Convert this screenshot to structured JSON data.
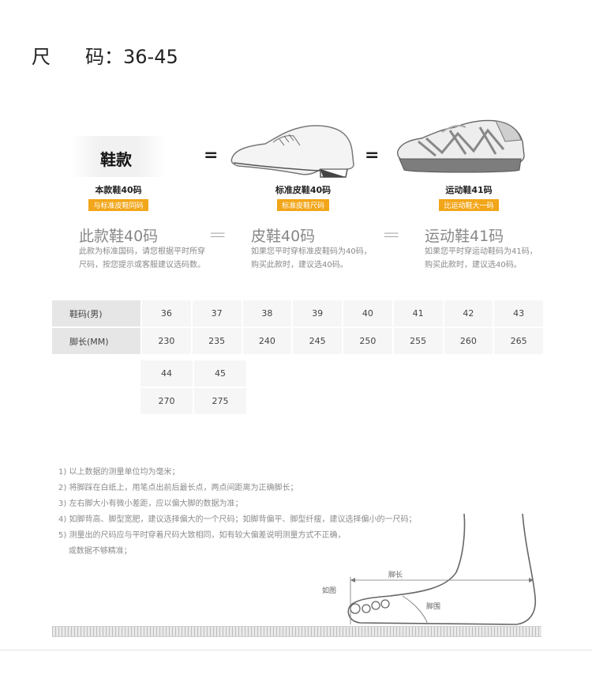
{
  "header": {
    "label_a": "尺",
    "label_b": "码：36-45"
  },
  "compare_top": {
    "style_word": "鞋款",
    "eq1": "=",
    "eq2": "=",
    "items": [
      {
        "main": "本款鞋40码",
        "tag": "与标准皮鞋同码"
      },
      {
        "main": "标准皮鞋40码",
        "tag": "标准皮鞋尺码"
      },
      {
        "main": "运动鞋41码",
        "tag": "比运动鞋大一码"
      }
    ]
  },
  "compare_bottom": {
    "eq1": "=",
    "eq2": "=",
    "items": [
      {
        "title": "此款鞋40码",
        "desc1": "此款为标准国码，请您根据平时所穿",
        "desc2": "尺码，按您提示或客服建议选码数。"
      },
      {
        "title": "皮鞋40码",
        "desc1": "如果您平时穿标准皮鞋码为40码，",
        "desc2": "购买此款时，建议选40码。"
      },
      {
        "title": "运动鞋41码",
        "desc1": "如果您平时穿运动鞋码为41码，",
        "desc2": "购买此款时，建议选40码。"
      }
    ]
  },
  "size_table": {
    "row_labels": [
      "鞋码(男)",
      "脚长(MM)"
    ],
    "sizes": [
      "36",
      "37",
      "38",
      "39",
      "40",
      "41",
      "42",
      "43"
    ],
    "lengths": [
      "230",
      "235",
      "240",
      "245",
      "250",
      "255",
      "260",
      "265"
    ],
    "sizes2": [
      "44",
      "45"
    ],
    "lengths2": [
      "270",
      "275"
    ]
  },
  "notes": [
    "1) 以上数据的测量单位均为毫米；",
    "2) 将脚踩在白纸上，用笔点出前后最长点，两点间距离为正确脚长；",
    "3) 左右脚大小有微小差距，应以偏大脚的数据为准；",
    "4) 如脚背高、脚型宽肥，建议选择偏大的一个尺码；如脚背偏平、脚型纤瘦，建议选择偏小的一尺码；",
    "5) 测量出的尺码应与平时穿着尺码大致相同，如有较大偏差说明测量方式不正确，",
    "    或数据不够精准；"
  ],
  "foot": {
    "label_length": "脚长",
    "label_as_shown": "如图",
    "label_width": "脚围"
  }
}
